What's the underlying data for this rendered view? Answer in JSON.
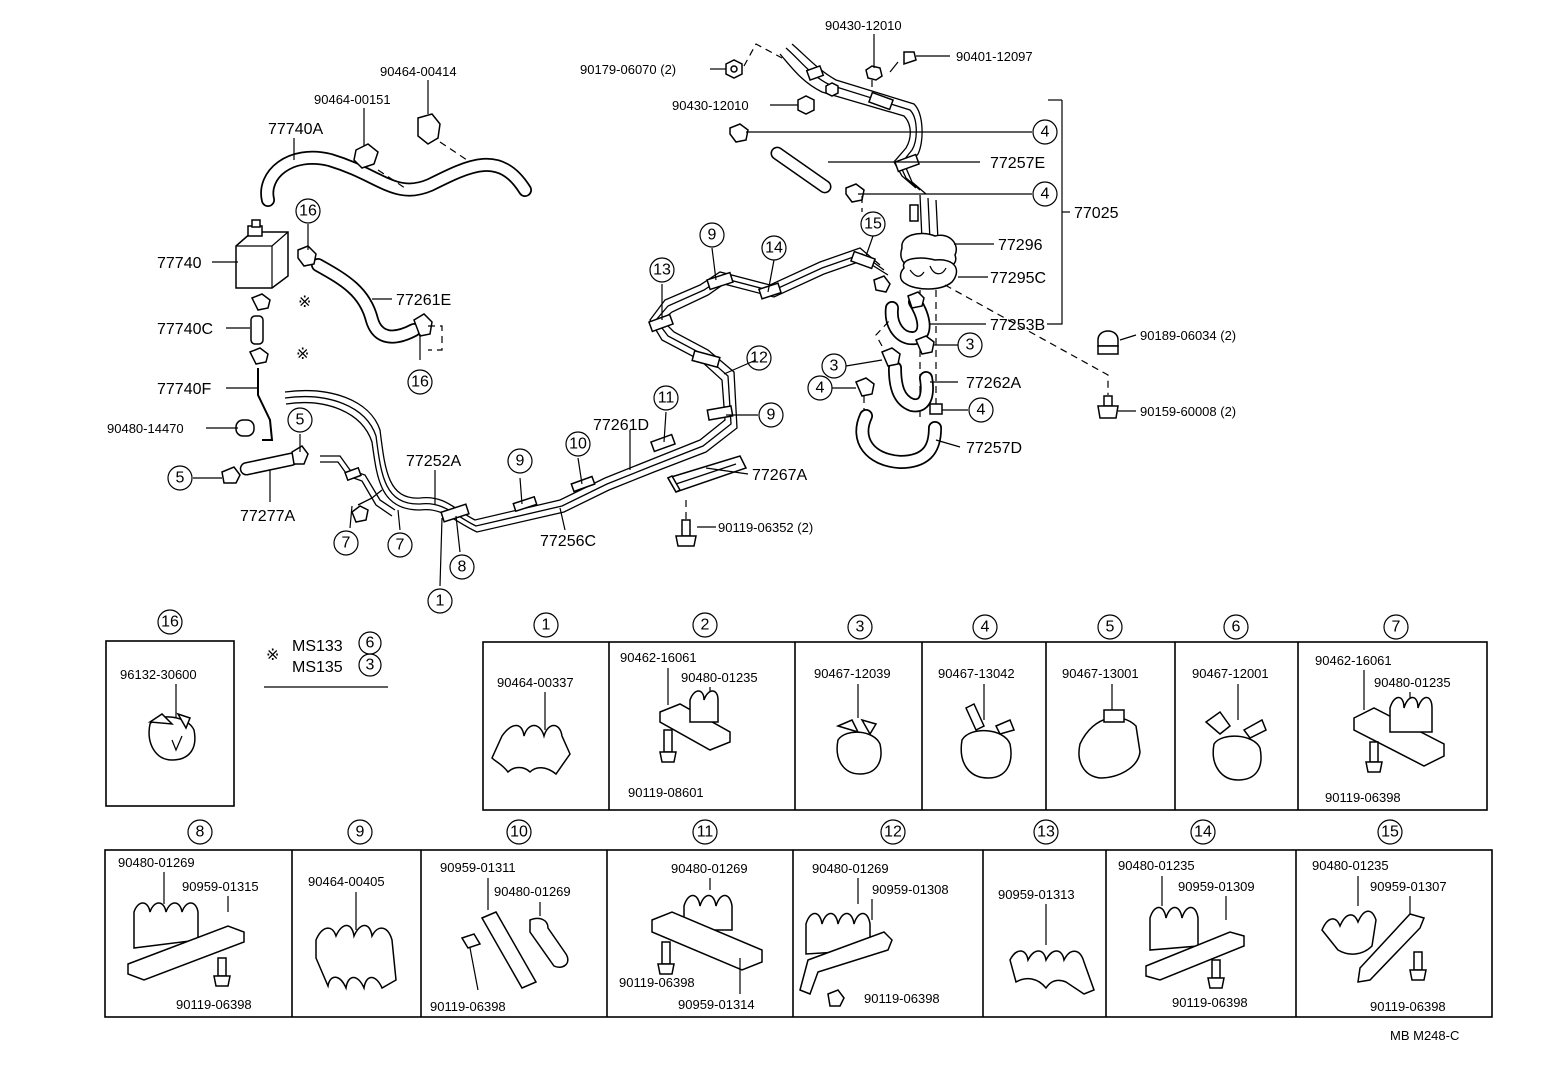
{
  "labels": {
    "p_77740A": "77740A",
    "p_90464_00151": "90464-00151",
    "p_90464_00414": "90464-00414",
    "p_77740": "77740",
    "p_77261E": "77261E",
    "p_77740C": "77740C",
    "p_77740F": "77740F",
    "p_90480_14470": "90480-14470",
    "p_77277A": "77277A",
    "p_77252A": "77252A",
    "p_77256C": "77256C",
    "p_77261D": "77261D",
    "p_77267A": "77267A",
    "p_90119_06352": "90119-06352 (2)",
    "p_90430_12010_top": "90430-12010",
    "p_90401_12097": "90401-12097",
    "p_90179_06070": "90179-06070 (2)",
    "p_90430_12010_mid": "90430-12010",
    "p_77257E": "77257E",
    "p_77025": "77025",
    "p_77296": "77296",
    "p_77295C": "77295C",
    "p_77253B": "77253B",
    "p_77262A": "77262A",
    "p_77257D": "77257D",
    "p_90189_06034": "90189-06034 (2)",
    "p_90159_60008": "90159-60008 (2)"
  },
  "legend": {
    "asterisk": "※",
    "ms133": "MS133",
    "ms133_ref": "6",
    "ms135": "MS135",
    "ms135_ref": "3"
  },
  "callouts": {
    "c1": "1",
    "c2": "2",
    "c3": "3",
    "c4": "4",
    "c5": "5",
    "c6": "6",
    "c7": "7",
    "c8": "8",
    "c9": "9",
    "c10": "10",
    "c11": "11",
    "c12": "12",
    "c13": "13",
    "c14": "14",
    "c15": "15",
    "c16": "16"
  },
  "detail_boxes": {
    "b16": [
      "96132-30600"
    ],
    "b1": [
      "90464-00337"
    ],
    "b2": [
      "90462-16061",
      "90480-01235",
      "90119-08601"
    ],
    "b3": [
      "90467-12039"
    ],
    "b4": [
      "90467-13042"
    ],
    "b5": [
      "90467-13001"
    ],
    "b6": [
      "90467-12001"
    ],
    "b7": [
      "90462-16061",
      "90480-01235",
      "90119-06398"
    ],
    "b8": [
      "90480-01269",
      "90959-01315",
      "90119-06398"
    ],
    "b9": [
      "90464-00405"
    ],
    "b10": [
      "90959-01311",
      "90480-01269",
      "90119-06398"
    ],
    "b11": [
      "90480-01269",
      "90119-06398",
      "90959-01314"
    ],
    "b12": [
      "90480-01269",
      "90959-01308",
      "90119-06398"
    ],
    "b13": [
      "90959-01313"
    ],
    "b14": [
      "90480-01235",
      "90959-01309",
      "90119-06398"
    ],
    "b15": [
      "90480-01235",
      "90959-01307",
      "90119-06398"
    ]
  },
  "footer": {
    "code": "MB  M248-C"
  }
}
